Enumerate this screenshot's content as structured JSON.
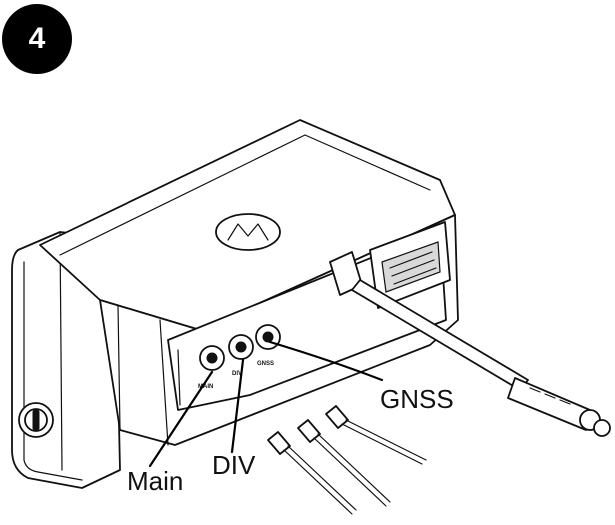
{
  "step": {
    "number": "4"
  },
  "callouts": {
    "gnss": "GNSS",
    "div": "DIV",
    "main": "Main"
  },
  "panel_port_labels": [
    "MAIN",
    "DIV",
    "GNSS"
  ],
  "icons": {
    "logo": "motorola-logo-icon",
    "lock": "key-lock-icon",
    "connector": "multi-pin-connector-icon"
  },
  "colors": {
    "ink": "#111111",
    "badge": "#000000",
    "background": "#ffffff"
  }
}
